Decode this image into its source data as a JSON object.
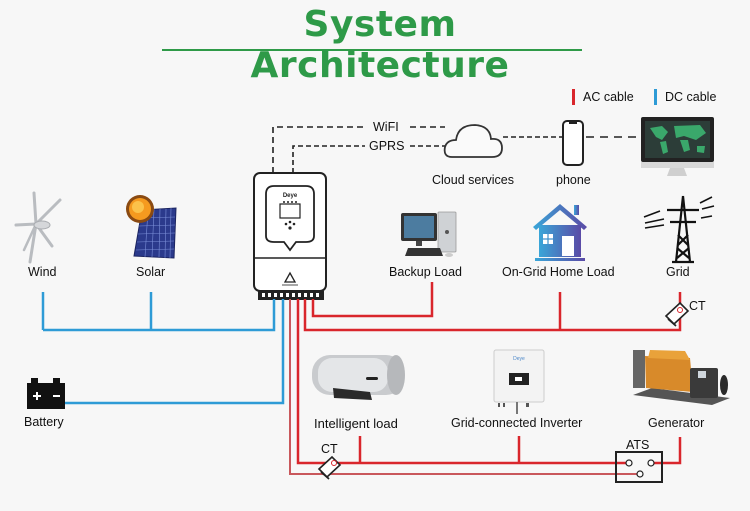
{
  "title": "System Architecture",
  "legend": [
    {
      "label": "AC cable",
      "color": "#d9262c"
    },
    {
      "label": "DC cable",
      "color": "#2e9bd6"
    }
  ],
  "communication": {
    "wifi": "WiFI",
    "gprs": "GPRS",
    "cloud": "Cloud services",
    "phone": "phone"
  },
  "components": {
    "wind": "Wind",
    "solar": "Solar",
    "battery": "Battery",
    "backup_load": "Backup Load",
    "home_load": "On-Grid Home Load",
    "grid": "Grid",
    "intelligent_load": "Intelligent load",
    "grid_inverter": "Grid-connected Inverter",
    "generator": "Generator",
    "ct_grid": "CT",
    "ct_load": "CT",
    "ats": "ATS"
  },
  "colors": {
    "ac": "#d9262c",
    "dc": "#2e9bd6",
    "title": "#2e9a48"
  }
}
